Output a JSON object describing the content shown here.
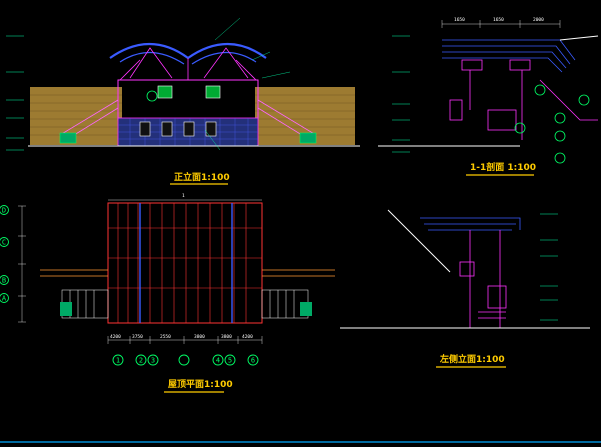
{
  "drawing": {
    "front_title": "正立面1:100",
    "section_title": "1-1剖面 1:100",
    "plan_title": "屋顶平面1:100",
    "side_title": "左侧立面1:100",
    "axes_bottom": [
      "1",
      "2",
      "3",
      "4",
      "5",
      "6"
    ],
    "axes_left": [
      "D",
      "C",
      "B",
      "A"
    ],
    "section_top_dims": [
      "1650",
      "1650",
      "2000"
    ],
    "plan_bottom_dims": [
      "4200",
      "3750",
      "2550",
      "3800",
      "3800",
      "4200"
    ],
    "plan_top_label": "1"
  },
  "colors": {
    "background": "#000000",
    "steel_blue": "#3a5bff",
    "magenta": "#ff33ff",
    "red": "#ff3333",
    "green": "#00ff66",
    "yellow": "#ffcc00",
    "cyan": "#00ffff",
    "brick": "#b8913a",
    "white": "#ffffff"
  }
}
